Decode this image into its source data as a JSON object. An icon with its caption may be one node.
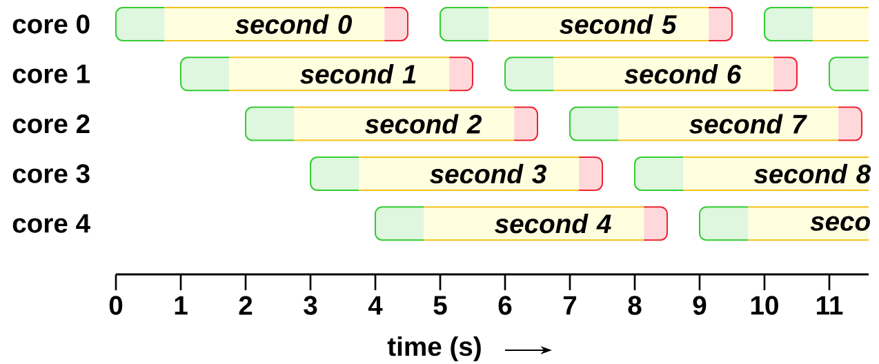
{
  "diagram": {
    "nodes": [
      {
        "text": [
          "second 0"
        ]
      },
      {
        "text": [
          "second 5"
        ]
      },
      {
        "text": [],
        "shape": "bar"
      },
      {
        "text": [
          "second 1"
        ]
      },
      {
        "text": [
          "second 6"
        ]
      },
      {
        "text": [],
        "shape": "bar"
      },
      {
        "text": [
          "second 2"
        ]
      },
      {
        "text": [
          "second 7"
        ]
      },
      {
        "text": [
          "second 3"
        ]
      },
      {
        "text": [
          "second 8"
        ]
      },
      {
        "text": [
          "second 4"
        ]
      },
      {
        "text": [
          "seco"
        ]
      }
    ],
    "labels": [
      "core 0",
      "core 1",
      "core 2",
      "core 3",
      "core 4",
      "0",
      "1",
      "2",
      "3",
      "4",
      "5",
      "6",
      "7",
      "8",
      "9",
      "10",
      "11",
      "time (s)"
    ]
  }
}
